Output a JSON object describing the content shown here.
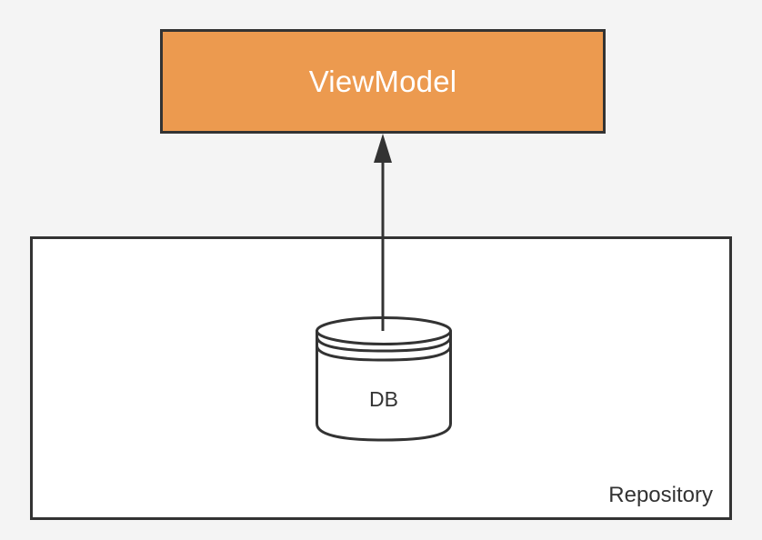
{
  "diagram": {
    "title": "ViewModel and Repository architecture diagram",
    "background_color": "#f4f4f4",
    "stroke_color": "#333333",
    "viewmodel": {
      "label": "ViewModel",
      "fill_color": "#ec9a4f",
      "text_color": "#ffffff",
      "border_color": "#333333"
    },
    "repository": {
      "label": "Repository",
      "fill_color": "#ffffff",
      "text_color": "#333333",
      "border_color": "#333333"
    },
    "database": {
      "label": "DB",
      "fill_color": "#ffffff",
      "text_color": "#333333",
      "stroke_color": "#333333",
      "shape": "cylinder"
    },
    "connector": {
      "label": "",
      "from": "DB",
      "to": "ViewModel",
      "direction": "up",
      "style": "solid",
      "arrowhead": "filled-triangle",
      "color": "#333333"
    }
  }
}
